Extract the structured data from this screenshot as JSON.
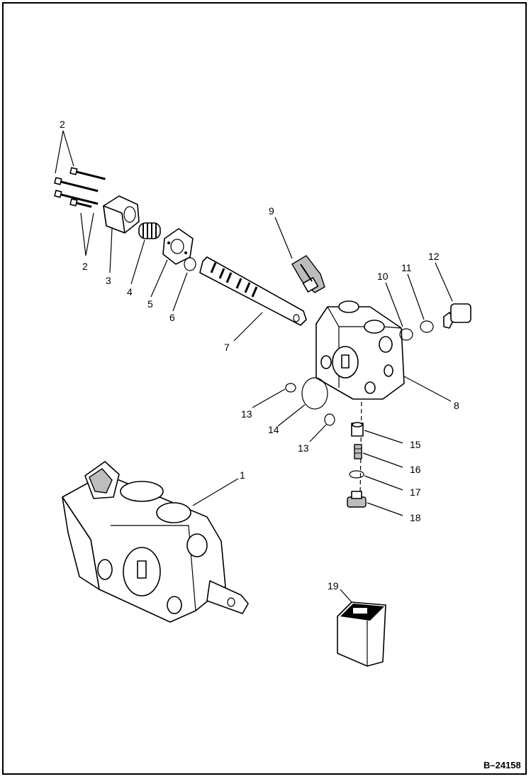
{
  "diagram": {
    "figure_number": "B–24158",
    "callouts": [
      {
        "id": "2a",
        "text": "2"
      },
      {
        "id": "2b",
        "text": "2"
      },
      {
        "id": "3",
        "text": "3"
      },
      {
        "id": "4",
        "text": "4"
      },
      {
        "id": "5",
        "text": "5"
      },
      {
        "id": "6",
        "text": "6"
      },
      {
        "id": "7",
        "text": "7"
      },
      {
        "id": "8",
        "text": "8"
      },
      {
        "id": "9",
        "text": "9"
      },
      {
        "id": "10",
        "text": "10"
      },
      {
        "id": "11",
        "text": "11"
      },
      {
        "id": "12",
        "text": "12"
      },
      {
        "id": "13a",
        "text": "13"
      },
      {
        "id": "13b",
        "text": "13"
      },
      {
        "id": "14",
        "text": "14"
      },
      {
        "id": "15",
        "text": "15"
      },
      {
        "id": "16",
        "text": "16"
      },
      {
        "id": "17",
        "text": "17"
      },
      {
        "id": "18",
        "text": "18"
      },
      {
        "id": "1",
        "text": "1"
      },
      {
        "id": "19",
        "text": "19"
      }
    ],
    "parts": [
      "bolts",
      "end-cap",
      "spring",
      "retainer-plate",
      "o-ring",
      "spool",
      "valve-section",
      "relief-valve",
      "o-ring-10",
      "o-ring-11",
      "plug",
      "o-ring-13",
      "o-ring-14",
      "poppet",
      "check-spring",
      "o-ring-17",
      "check-plug",
      "valve-assembly",
      "seal-kit"
    ]
  }
}
